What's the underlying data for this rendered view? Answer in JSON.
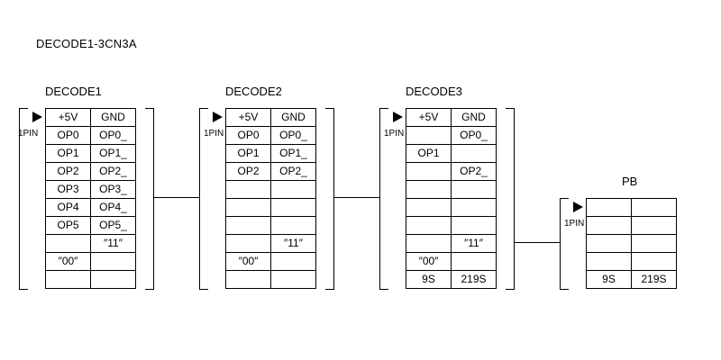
{
  "title": "DECODE1-3CN3A",
  "pin_label": "1PIN",
  "connectors": [
    {
      "name": "DECODE1",
      "rows": [
        [
          "+5V",
          "GND"
        ],
        [
          "OP0",
          "OP0_"
        ],
        [
          "OP1",
          "OP1_"
        ],
        [
          "OP2",
          "OP2_"
        ],
        [
          "OP3",
          "OP3_"
        ],
        [
          "OP4",
          "OP4_"
        ],
        [
          "OP5",
          "OP5_"
        ],
        [
          "",
          "″11″"
        ],
        [
          "″00″",
          ""
        ],
        [
          "",
          ""
        ]
      ]
    },
    {
      "name": "DECODE2",
      "rows": [
        [
          "+5V",
          "GND"
        ],
        [
          "OP0",
          "OP0_"
        ],
        [
          "OP1",
          "OP1_"
        ],
        [
          "OP2",
          "OP2_"
        ],
        [
          "",
          ""
        ],
        [
          "",
          ""
        ],
        [
          "",
          ""
        ],
        [
          "",
          "″11″"
        ],
        [
          "″00″",
          ""
        ],
        [
          "",
          ""
        ]
      ]
    },
    {
      "name": "DECODE3",
      "rows": [
        [
          "+5V",
          "GND"
        ],
        [
          "",
          "OP0_"
        ],
        [
          "OP1",
          ""
        ],
        [
          "",
          "OP2_"
        ],
        [
          "",
          ""
        ],
        [
          "",
          ""
        ],
        [
          "",
          ""
        ],
        [
          "",
          "″11″"
        ],
        [
          "″00″",
          ""
        ],
        [
          "9S",
          "219S"
        ]
      ]
    },
    {
      "name": "PB",
      "rows": [
        [
          "",
          ""
        ],
        [
          "",
          ""
        ],
        [
          "",
          ""
        ],
        [
          "",
          ""
        ],
        [
          "9S",
          "219S"
        ]
      ]
    }
  ]
}
